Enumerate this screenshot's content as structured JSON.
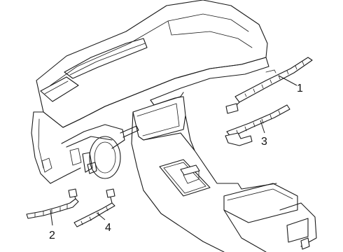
{
  "callouts": {
    "c1": "1",
    "c2": "2",
    "c3": "3",
    "c4": "4"
  },
  "colors": {
    "line": "#1a1a1a",
    "background": "#ffffff"
  }
}
